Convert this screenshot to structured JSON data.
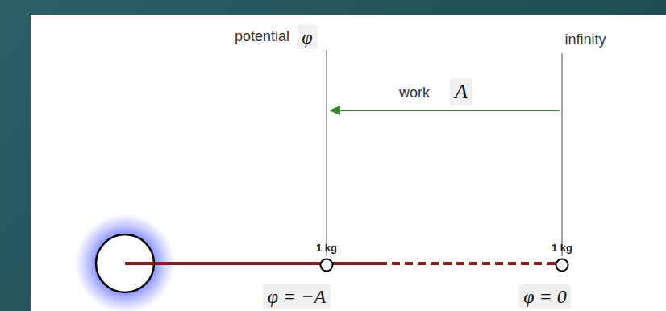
{
  "diagram": {
    "labels": [
      "potential",
      "φ",
      "infinity",
      "work",
      "A",
      "1 kg",
      "1 kg",
      "φ = −A",
      "φ = 0"
    ]
  }
}
